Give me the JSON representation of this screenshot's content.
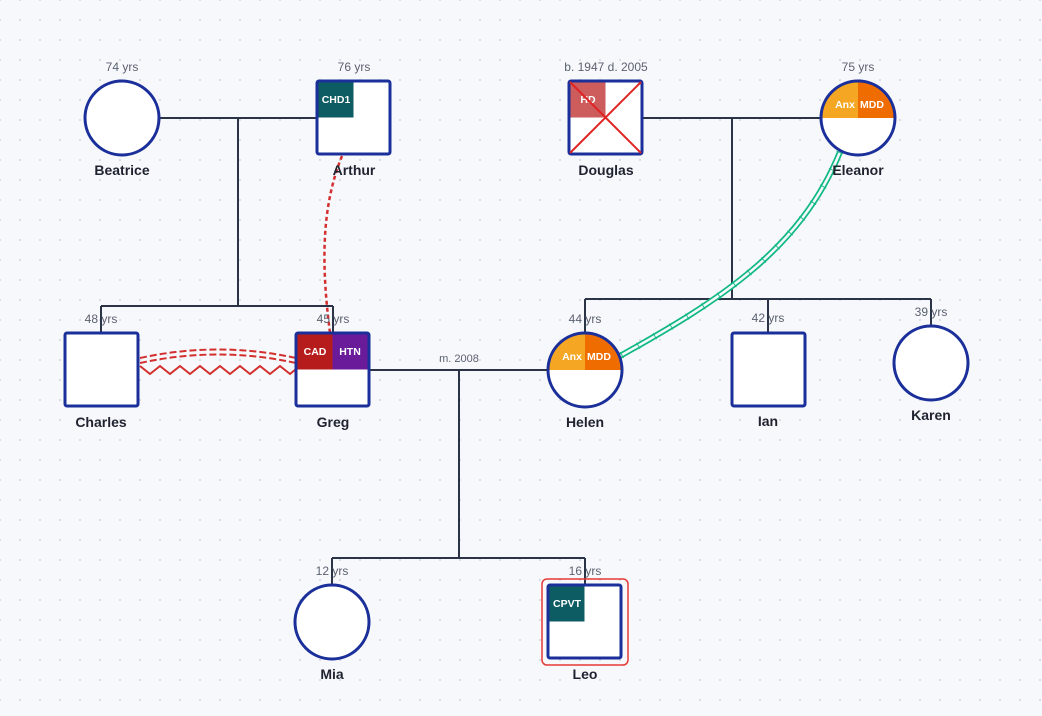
{
  "colors": {
    "symbol_stroke": "#1a2f9a",
    "line": "#2b3346",
    "deceased_cross": "#e02424",
    "hd": "#cd5c5c",
    "chd1": "#0d5c63",
    "cpvt": "#0d5c63",
    "cad": "#b71c1c",
    "htn": "#6a1b9a",
    "anx": "#f5a623",
    "mdd": "#ef6c00",
    "close_relationship": "#10b981",
    "hostile_relationship": "#d32f2f",
    "proband_highlight": "#e53935"
  },
  "individuals": {
    "beatrice": {
      "name": "Beatrice",
      "age": "74 yrs",
      "sex": "female"
    },
    "arthur": {
      "name": "Arthur",
      "age": "76 yrs",
      "sex": "male",
      "conditions": [
        "CHD1"
      ]
    },
    "douglas": {
      "name": "Douglas",
      "age": "b. 1947 d. 2005",
      "sex": "male",
      "deceased": true,
      "conditions": [
        "HD"
      ]
    },
    "eleanor": {
      "name": "Eleanor",
      "age": "75 yrs",
      "sex": "female",
      "conditions": [
        "Anx",
        "MDD"
      ]
    },
    "charles": {
      "name": "Charles",
      "age": "48 yrs",
      "sex": "male"
    },
    "greg": {
      "name": "Greg",
      "age": "45 yrs",
      "sex": "male",
      "conditions": [
        "CAD",
        "HTN"
      ]
    },
    "helen": {
      "name": "Helen",
      "age": "44 yrs",
      "sex": "female",
      "conditions": [
        "Anx",
        "MDD"
      ]
    },
    "ian": {
      "name": "Ian",
      "age": "42 yrs",
      "sex": "male"
    },
    "karen": {
      "name": "Karen",
      "age": "39 yrs",
      "sex": "female"
    },
    "mia": {
      "name": "Mia",
      "age": "12 yrs",
      "sex": "female"
    },
    "leo": {
      "name": "Leo",
      "age": "16 yrs",
      "sex": "male",
      "proband": true,
      "conditions": [
        "CPVT"
      ]
    }
  },
  "unions": {
    "greg_helen": {
      "label": "m. 2008"
    }
  }
}
